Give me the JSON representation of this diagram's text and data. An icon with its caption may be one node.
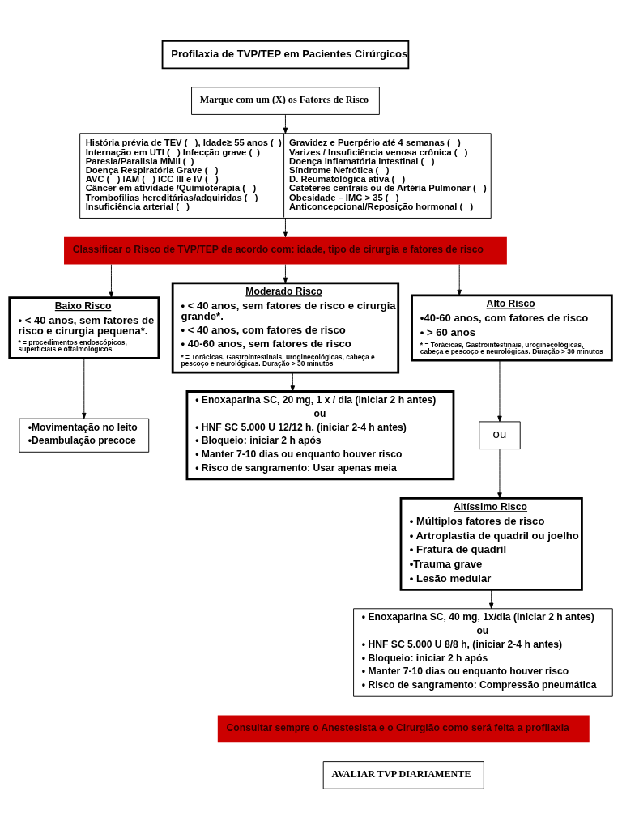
{
  "diagram": {
    "nodes": [
      {
        "text": [
          "Profilaxia de TVP/TEP em Pacientes Cirúrgicos"
        ]
      },
      {
        "text": [
          "Marque com um (X) os Fatores de Risco"
        ]
      },
      {
        "text": [
          "História prévia de TEV (   ), Idade≥ 55 anos (  )",
          "Internação em UTI (   ) Infecção grave (  )",
          "Paresia/Paralisia MMII (  )",
          "Doença Respiratória Grave (   )",
          "AVC (   ) IAM (   ) ICC III e IV (   )",
          "Câncer em atividade /Quimioterapia (   )",
          "Trombofilias hereditárias/adquiridas (   )",
          "Insuficiência arterial (   )",
          "Gravidez e Puerpério até 4 semanas (   )",
          "Varizes / Insuficiência venosa crônica (   )",
          "Doença inflamatória intestinal (   )",
          "Síndrome Nefrótica (   )",
          "D. Reumatológica ativa (   )",
          "Cateteres centrais ou de Artéria Pulmonar (   )",
          "Obesidade – IMC > 35 (   )",
          "Anticoncepcional/Reposição hormonal (   )"
        ]
      },
      {
        "text": [
          "Classificar o Risco de TVP/TEP de acordo com: idade, tipo de cirurgia e fatores de risco"
        ]
      },
      {
        "text": [
          "Baixo Risco",
          "• < 40 anos, sem fatores de risco e cirurgia pequena*.",
          "* = procedimentos endoscópicos, superficiais e oftalmológicos"
        ]
      },
      {
        "text": [
          "Moderado Risco",
          "• < 40 anos, sem fatores de risco e cirurgia grande*.",
          "• < 40 anos, com fatores de risco",
          "• 40-60 anos, sem fatores de risco",
          "* = Torácicas, Gastrointestinais, uroginecológicas, cabeça e pescoço e neurológicas. Duração > 30 minutos"
        ]
      },
      {
        "text": [
          "Alto Risco",
          "•40-60 anos, com fatores de risco",
          "• > 60 anos",
          "* = Torácicas, Gastrointestinais, uroginecológicas, cabeça e pescoço e neurológicas. Duração > 30 minutos"
        ]
      },
      {
        "text": [
          "•Movimentação no leito",
          "•Deambulação precoce"
        ]
      },
      {
        "text": [
          "• Enoxaparina SC, 20 mg, 1 x / dia (iniciar 2 h antes)",
          "ou",
          "• HNF SC 5.000 U 12/12 h, (iniciar 2-4 h antes)",
          "• Bloqueio: iniciar 2 h após",
          "• Manter 7-10 dias ou enquanto houver risco",
          "• Risco de sangramento: Usar apenas meia"
        ]
      },
      {
        "text": [
          "ou"
        ]
      },
      {
        "text": [
          "Altíssimo Risco",
          "• Múltiplos fatores de risco",
          "• Artroplastia de quadril ou joelho",
          "• Fratura de quadril",
          "•Trauma grave",
          "• Lesão medular"
        ]
      },
      {
        "text": [
          "• Enoxaparina SC, 40 mg, 1x/dia (iniciar 2 h antes)",
          "ou",
          "• HNF SC 5.000 U 8/8 h, (iniciar 2-4 h antes)",
          "• Bloqueio: iniciar 2 h após",
          "• Manter 7-10 dias ou enquanto houver risco",
          "• Risco de sangramento: Compressão pneumática"
        ]
      },
      {
        "text": [
          "Consultar sempre o Anestesista e o Cirurgião como será feita a profilaxia"
        ]
      },
      {
        "text": [
          "AVALIAR TVP DIARIAMENTE"
        ]
      }
    ],
    "edges": [
      {
        "from": 1,
        "to": 2,
        "arrow": "to"
      },
      {
        "from": 2,
        "to": 3,
        "arrow": "to"
      },
      {
        "from": 3,
        "to": 4,
        "arrow": "to"
      },
      {
        "from": 3,
        "to": 5,
        "arrow": "to"
      },
      {
        "from": 3,
        "to": 6,
        "arrow": "to"
      },
      {
        "from": 4,
        "to": 7,
        "arrow": "to"
      },
      {
        "from": 5,
        "to": 8,
        "arrow": "to"
      },
      {
        "from": 6,
        "to": 9,
        "arrow": "to"
      },
      {
        "from": 9,
        "to": 10,
        "arrow": "to"
      },
      {
        "from": 10,
        "to": 11,
        "arrow": "to"
      }
    ]
  }
}
